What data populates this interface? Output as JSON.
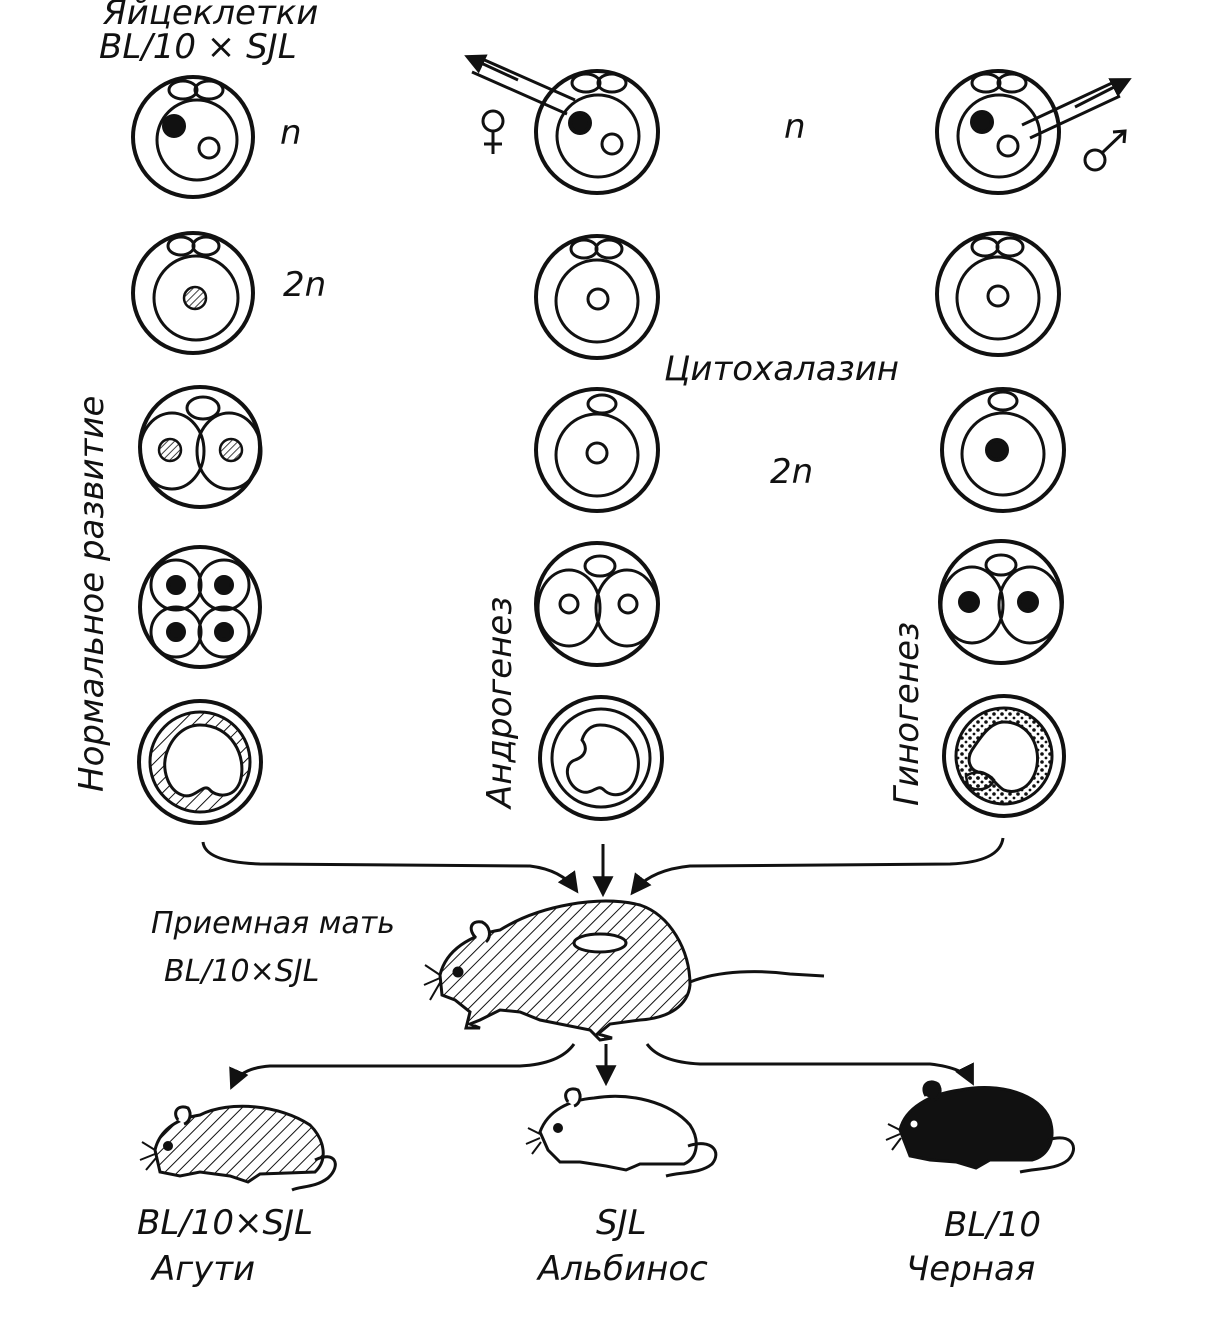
{
  "labels": {
    "eggs_title": "Яйцеклетки",
    "eggs_strain": "BL/10 × SJL",
    "ploidy_n_left": "n",
    "ploidy_2n_left": "2n",
    "female_symbol": "♀",
    "ploidy_n_middle": "n",
    "male_symbol": "♂",
    "cytochalasin": "Цитохалазин",
    "ploidy_2n_middle": "2n",
    "normal_development": "Нормальное развитие",
    "androgenesis": "Андрогенез",
    "gynogenesis": "Гиногенез",
    "foster_mother_title": "Приемная мать",
    "foster_mother_strain": "BL/10×SJL"
  },
  "offspring": [
    {
      "strain": "BL/10×SJL",
      "phenotype": "Агути",
      "fur": "hatched"
    },
    {
      "strain": "SJL",
      "phenotype": "Альбинос",
      "fur": "white"
    },
    {
      "strain": "BL/10",
      "phenotype": "Черная",
      "fur": "black"
    }
  ],
  "colors": {
    "ink": "#111111",
    "paper": "#ffffff"
  }
}
